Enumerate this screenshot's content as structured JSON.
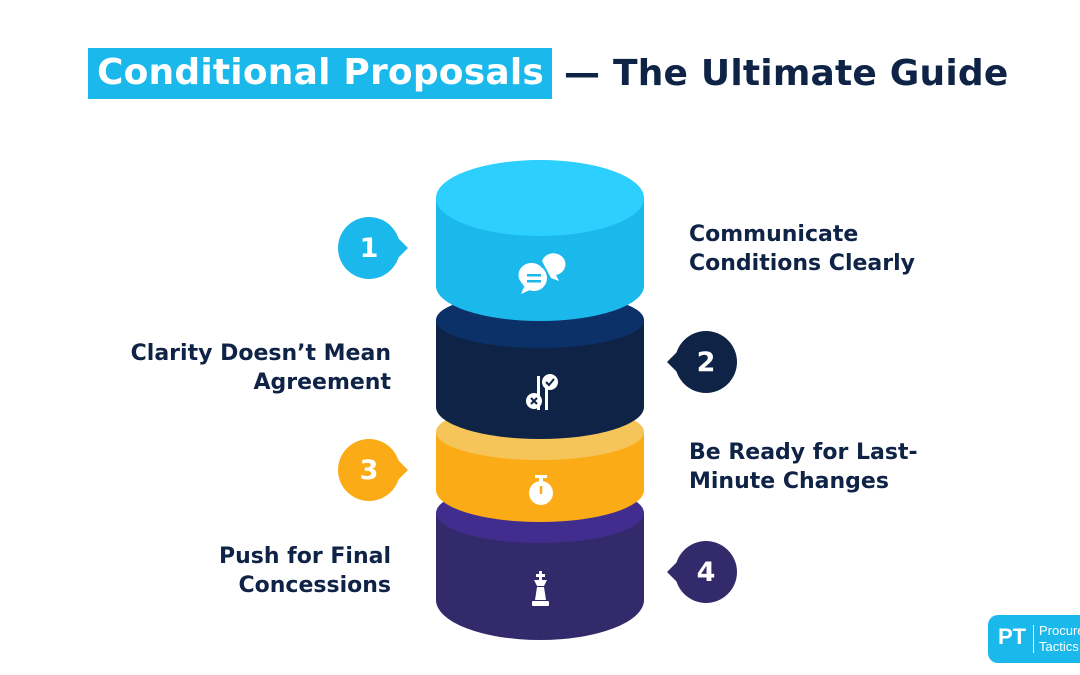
{
  "title": {
    "highlight": "Conditional Proposals",
    "rest": "— The Ultimate Guide"
  },
  "steps": [
    {
      "number": "1",
      "line1": "Communicate",
      "line2": "Conditions Clearly",
      "icon": "chat-bubbles-icon",
      "color": "#1bb8ec",
      "top_color": "#2ccffd"
    },
    {
      "number": "2",
      "line1": "Clarity Doesn’t Mean",
      "line2": "Agreement",
      "icon": "check-cross-icon",
      "color": "#0e2346",
      "top_color": "#0b3168"
    },
    {
      "number": "3",
      "line1": "Be Ready for Last-",
      "line2": "Minute Changes",
      "icon": "stopwatch-icon",
      "color": "#fbab16",
      "top_color": "#f6c55a"
    },
    {
      "number": "4",
      "line1": "Push for Final",
      "line2": "Concessions",
      "icon": "chess-king-icon",
      "color": "#332a6b",
      "top_color": "#412d8e"
    }
  ],
  "logo": {
    "abbr": "PT",
    "line1": "Procurement",
    "line2": "Tactics"
  }
}
